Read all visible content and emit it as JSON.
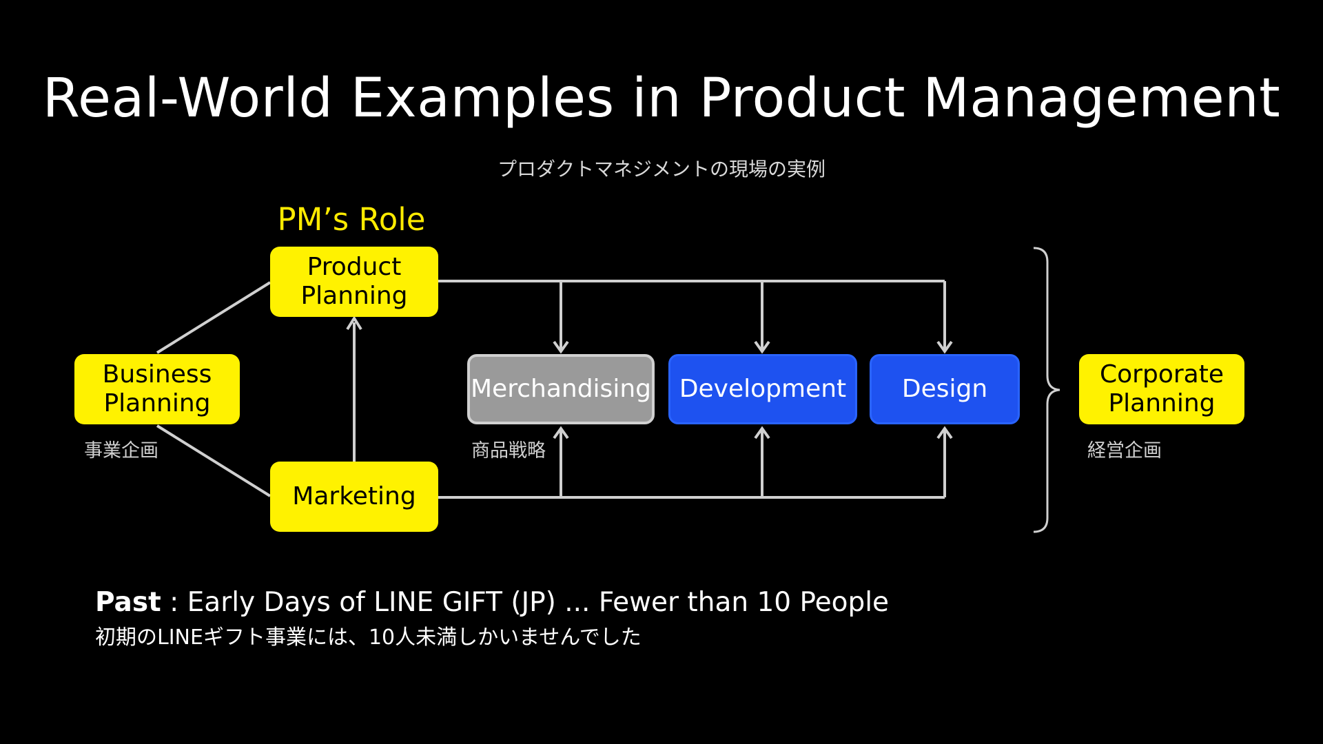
{
  "title": "Real-World Examples in Product Management",
  "subtitle": "プロダクトマネジメントの現場の実例",
  "role_label": "PM’s Role",
  "nodes": {
    "business_planning": {
      "label": "Business\nPlanning",
      "jp": "事業企画"
    },
    "product_planning": {
      "label": "Product\nPlanning"
    },
    "marketing": {
      "label": "Marketing"
    },
    "merchandising": {
      "label": "Merchandising",
      "jp": "商品戦略"
    },
    "development": {
      "label": "Development"
    },
    "design": {
      "label": "Design"
    },
    "corporate_planning": {
      "label": "Corporate\nPlanning",
      "jp": "経営企画"
    }
  },
  "colors": {
    "pm_yellow": "#fff200",
    "team_blue": "#1e52f0",
    "merch_gray": "#9a9a9a",
    "connector": "#d0d0d0"
  },
  "footer": {
    "past_label": "Past",
    "past_text": " : Early Days of LINE GIFT (JP) ... Fewer than 10 People",
    "jp_text": "初期のLINEギフト事業には、10人未満しかいませんでした"
  }
}
